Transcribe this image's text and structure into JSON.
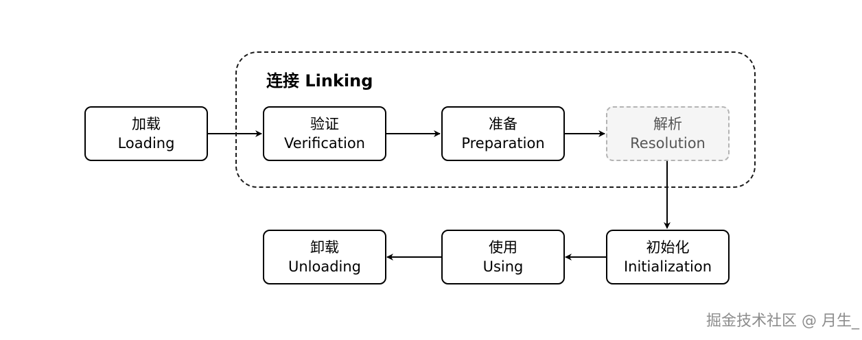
{
  "group": {
    "title": "连接 Linking"
  },
  "nodes": {
    "loading": {
      "zh": "加载",
      "en": "Loading"
    },
    "verification": {
      "zh": "验证",
      "en": "Verification"
    },
    "preparation": {
      "zh": "准备",
      "en": "Preparation"
    },
    "resolution": {
      "zh": "解析",
      "en": "Resolution"
    },
    "initialization": {
      "zh": "初始化",
      "en": "Initialization"
    },
    "using": {
      "zh": "使用",
      "en": "Using"
    },
    "unloading": {
      "zh": "卸载",
      "en": "Unloading"
    }
  },
  "watermark": "掘金技术社区 @ 月生_",
  "colors": {
    "stroke": "#000000",
    "dimmed_fill": "#f5f5f5",
    "dimmed_stroke": "#b3b3b3",
    "watermark": "#8c8c8c"
  }
}
